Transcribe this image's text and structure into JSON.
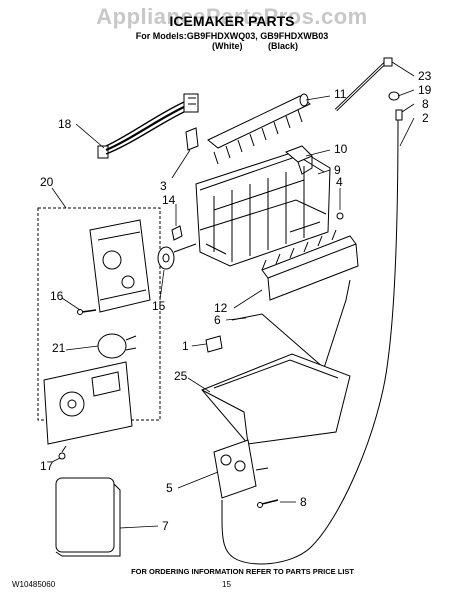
{
  "watermark": "AppliancePartsPros.com",
  "header": {
    "title": "ICEMAKER PARTS",
    "models_line": "For Models:GB9FHDXWQ03, GB9FHDXWB03",
    "variant_white": "(White)",
    "variant_black": "(Black)"
  },
  "callouts": {
    "c1": "1",
    "c2": "2",
    "c3": "3",
    "c4": "4",
    "c5": "5",
    "c6": "6",
    "c7": "7",
    "c8a": "8",
    "c8b": "8",
    "c9": "9",
    "c10": "10",
    "c11": "11",
    "c12": "12",
    "c14": "14",
    "c15": "15",
    "c16": "16",
    "c17": "17",
    "c18": "18",
    "c19": "19",
    "c20": "20",
    "c21": "21",
    "c23": "23",
    "c25": "25"
  },
  "footer": {
    "doc_number": "W10485060",
    "page_number": "15",
    "ordering_note": "FOR ORDERING INFORMATION REFER TO PARTS PRICE LIST"
  }
}
